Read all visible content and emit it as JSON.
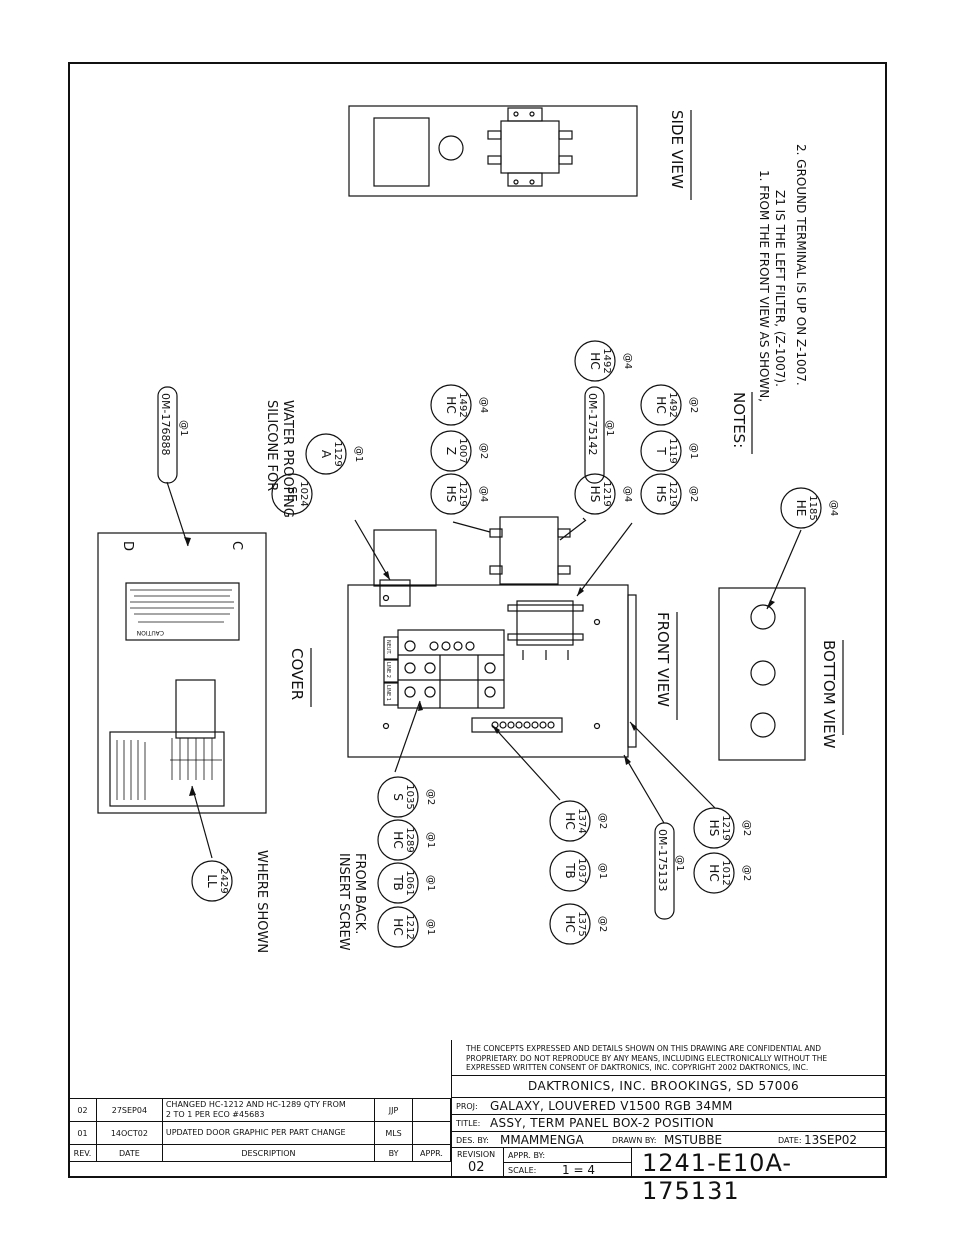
{
  "labels": {
    "cover": "COVER",
    "front_view": "FRONT VIEW",
    "side_view": "SIDE VIEW",
    "bottom_view": "BOTTOM VIEW",
    "silicone_1": "SILICONE FOR",
    "silicone_2": "WATER PROOFING",
    "insert_1": "INSERT SCREW",
    "insert_2": "FROM BACK.",
    "where_shown": "WHERE SHOWN",
    "corner_d": "D",
    "corner_c": "C"
  },
  "notes": {
    "title": "NOTES:",
    "n1a": "1. FROM THE FRONT VIEW AS SHOWN,",
    "n1b": "Z1 IS THE LEFT FILTER, (Z-1007).",
    "n2": "2. GROUND TERMINAL IS UP ON Z-1007."
  },
  "balloons": [
    {
      "top": "HC",
      "bot": "1212",
      "qty": "@1"
    },
    {
      "top": "TB",
      "bot": "1061",
      "qty": "@1"
    },
    {
      "top": "HC",
      "bot": "1289",
      "qty": "@1"
    },
    {
      "top": "S",
      "bot": "1035",
      "qty": "@2"
    },
    {
      "top": "HC",
      "bot": "1375",
      "qty": "@2"
    },
    {
      "top": "TB",
      "bot": "1037",
      "qty": "@1"
    },
    {
      "top": "HC",
      "bot": "1374",
      "qty": "@2"
    },
    {
      "top": "HC",
      "bot": "1012",
      "qty": "@2"
    },
    {
      "top": "HS",
      "bot": "1219",
      "qty": "@2"
    },
    {
      "top": "LL",
      "bot": "2429",
      "qty": ""
    },
    {
      "top": "SE",
      "bot": "1024",
      "qty": ""
    },
    {
      "top": "A",
      "bot": "1129",
      "qty": "@1"
    },
    {
      "top": "HS",
      "bot": "1219",
      "qty": "@4"
    },
    {
      "top": "Z",
      "bot": "1007",
      "qty": "@2"
    },
    {
      "top": "HC",
      "bot": "1492",
      "qty": "@4"
    },
    {
      "top": "HS",
      "bot": "1219",
      "qty": "@4"
    },
    {
      "top": "HC",
      "bot": "1492",
      "qty": "@4"
    },
    {
      "top": "HS",
      "bot": "1219",
      "qty": "@2"
    },
    {
      "top": "T",
      "bot": "1119",
      "qty": "@1"
    },
    {
      "top": "HC",
      "bot": "1492",
      "qty": "@2"
    },
    {
      "top": "HE",
      "bot": "1185",
      "qty": "@4"
    }
  ],
  "parts": {
    "om_176888": "0M-176888",
    "om_176888_qty": "@1",
    "om_175142": "0M-175142",
    "om_175142_qty": "@1",
    "om_175133": "0M-175133",
    "om_175133_qty": "@1"
  },
  "panel_text": {
    "neut": "NEUT.",
    "line2": "LINE 2",
    "line1": "LINE 1",
    "caution": "CAUTION"
  },
  "titleblock": {
    "confid_1": "THE CONCEPTS EXPRESSED AND DETAILS SHOWN ON THIS DRAWING ARE CONFIDENTIAL AND",
    "confid_2": "PROPRIETARY. DO NOT REPRODUCE BY ANY MEANS, INCLUDING ELECTRONICALLY WITHOUT THE",
    "confid_3": "EXPRESSED WRITTEN CONSENT OF DAKTRONICS, INC.     COPYRIGHT 2002 DAKTRONICS, INC.",
    "company": "DAKTRONICS, INC.   BROOKINGS, SD 57006",
    "proj_lbl": "PROJ:",
    "proj": "GALAXY, LOUVERED V1500 RGB 34MM",
    "title_lbl": "TITLE:",
    "title": "ASSY, TERM PANEL BOX-2 POSITION",
    "des_lbl": "DES. BY:",
    "des": "MMAMMENGA",
    "drawn_lbl": "DRAWN BY:",
    "drawn": "MSTUBBE",
    "date_lbl": "DATE:",
    "date": "13SEP02",
    "revision_lbl": "REVISION",
    "revision": "02",
    "appr_lbl": "APPR. BY:",
    "scale_lbl": "SCALE:",
    "scale": "1 = 4",
    "drawing_no": "1241-E10A-175131"
  },
  "revisions": {
    "headers": [
      "REV.",
      "DATE",
      "DESCRIPTION",
      "BY",
      "APPR."
    ],
    "rows": [
      {
        "rev": "02",
        "date": "27SEP04",
        "desc1": "CHANGED HC-1212 AND HC-1289 QTY FROM",
        "desc2": "2 TO 1 PER ECO #45683",
        "by": "JJP",
        "appr": ""
      },
      {
        "rev": "01",
        "date": "14OCT02",
        "desc1": "UPDATED DOOR GRAPHIC PER PART CHANGE",
        "desc2": "",
        "by": "MLS",
        "appr": ""
      }
    ]
  }
}
